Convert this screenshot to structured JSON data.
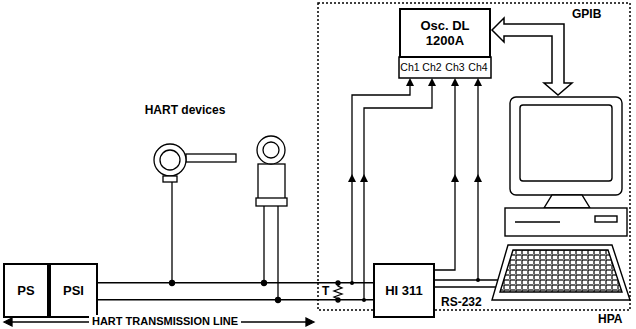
{
  "diagram": {
    "nodes": [
      {
        "text": [
          "PS"
        ]
      },
      {
        "text": [
          "PSI"
        ]
      },
      {
        "text": [
          "Osc. DL 1200A"
        ]
      },
      {
        "text": [
          "HI 311"
        ]
      }
    ],
    "edges": [
      {
        "from": 1,
        "to": 3,
        "arrow": "none"
      },
      {
        "from": 1,
        "to": 3,
        "arrow": "none"
      }
    ],
    "labels": [
      "HART devices",
      "T",
      "Ch1",
      "Ch2",
      "Ch3",
      "Ch4",
      "GPIB",
      "RS-232",
      "HART TRANSMISSION LINE",
      "HPA"
    ]
  }
}
